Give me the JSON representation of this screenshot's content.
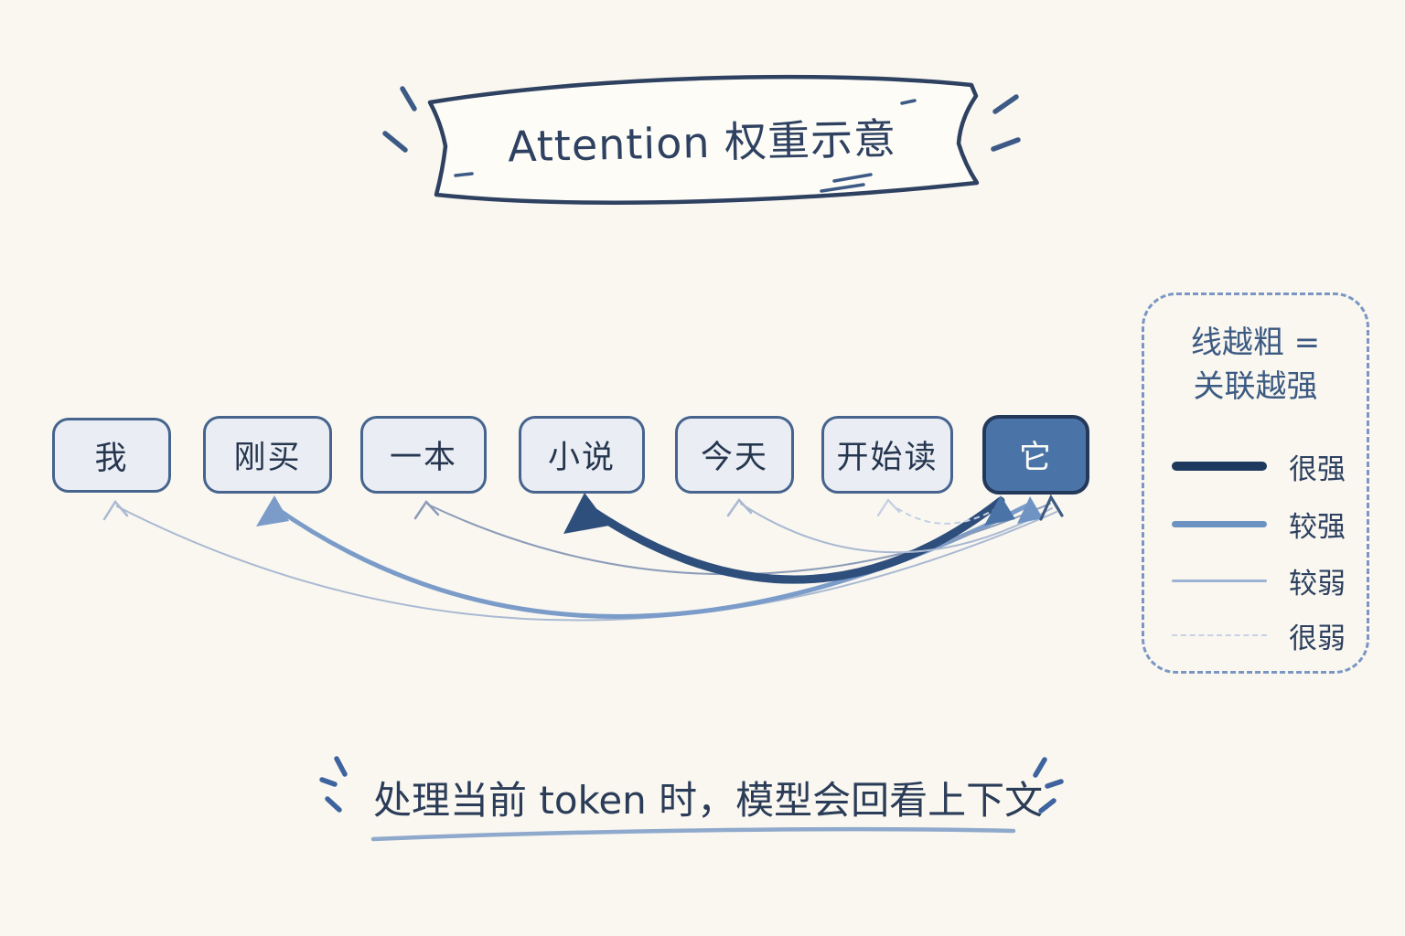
{
  "banner": {
    "text": "Attention 权重示意"
  },
  "tokens": [
    {
      "label": "我",
      "highlighted": false
    },
    {
      "label": "刚买",
      "highlighted": false
    },
    {
      "label": "一本",
      "highlighted": false
    },
    {
      "label": "小说",
      "highlighted": false
    },
    {
      "label": "今天",
      "highlighted": false
    },
    {
      "label": "开始读",
      "highlighted": false
    },
    {
      "label": "它",
      "highlighted": true
    }
  ],
  "arcs": [
    {
      "from": "它",
      "to": "小说",
      "strength": "很强"
    },
    {
      "from": "它",
      "to": "刚买",
      "strength": "较强"
    },
    {
      "from": "它",
      "to": "一本",
      "strength": "较弱"
    },
    {
      "from": "它",
      "to": "我",
      "strength": "较弱"
    },
    {
      "from": "它",
      "to": "今天",
      "strength": "较弱"
    },
    {
      "from": "它",
      "to": "开始读",
      "strength": "很弱"
    }
  ],
  "legend": {
    "title_line1": "线越粗 =",
    "title_line2": "关联越强",
    "items": [
      {
        "label": "很强",
        "style": "solid",
        "color": "#1d3a5e"
      },
      {
        "label": "较强",
        "style": "solid",
        "color": "#6c92c2"
      },
      {
        "label": "较弱",
        "style": "solid",
        "color": "#9db3d3"
      },
      {
        "label": "很弱",
        "style": "dashed",
        "color": "#c7d3e5"
      }
    ]
  },
  "caption": {
    "text": "处理当前 token 时，模型会回看上下文"
  },
  "colors": {
    "background": "#f9f7f0",
    "token_fill": "#eaeef4",
    "token_border": "#46648e",
    "token_text": "#26364f",
    "highlight_fill": "#4a74a8",
    "highlight_border": "#24385a",
    "arc_strong": "#2e4e7c",
    "arc_medium": "#7b9cc9",
    "arc_weak": "#9fb2cd",
    "arc_veryweak": "#c3cfe2",
    "accent_ink": "#2e4160",
    "underline": "#8fa9cc",
    "sparkle": "#3e639e"
  }
}
